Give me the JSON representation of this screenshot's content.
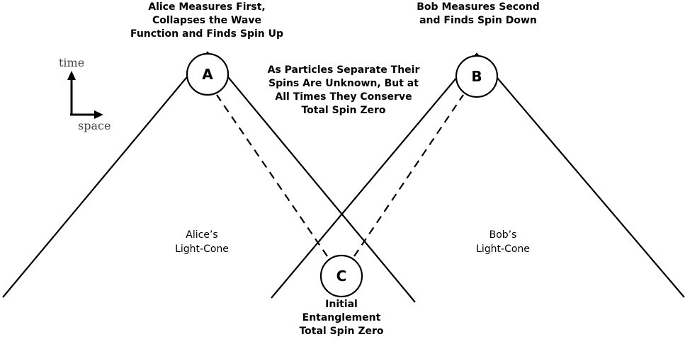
{
  "events": {
    "alice_letter": "A",
    "bob_letter": "B",
    "source_letter": "C"
  },
  "axes": {
    "time_label": "time",
    "space_label": "space"
  },
  "annotations": {
    "alice_measurement": [
      "Alice Measures First,",
      "Collapses the Wave",
      "Function and Finds Spin Up"
    ],
    "bob_measurement": [
      "Bob Measures Second",
      "and Finds Spin Down"
    ],
    "separation": [
      "As Particles Separate Their",
      "Spins Are Unknown, But at",
      "All Times They Conserve",
      "Total Spin Zero"
    ],
    "initial": [
      "Initial",
      "Entanglement",
      "Total Spin Zero"
    ],
    "alice_cone": [
      "Alice’s",
      "Light-Cone"
    ],
    "bob_cone": [
      "Bob’s",
      "Light-Cone"
    ]
  }
}
